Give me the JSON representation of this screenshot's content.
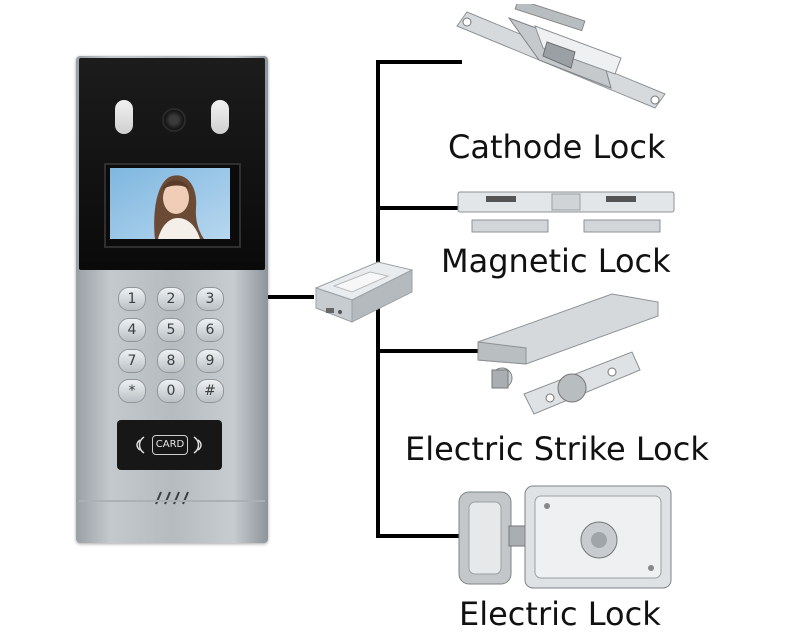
{
  "intercom": {
    "card_label": "CARD",
    "keypad": [
      "1",
      "2",
      "3",
      "4",
      "5",
      "6",
      "7",
      "8",
      "9",
      "*",
      "0",
      "#"
    ]
  },
  "locks": [
    {
      "label": "Cathode Lock"
    },
    {
      "label": "Magnetic Lock"
    },
    {
      "label": "Electric Strike Lock"
    },
    {
      "label": "Electric Lock"
    }
  ],
  "colors": {
    "wire": "#000000",
    "panel": "#b8bec2",
    "panel_top": "#111111",
    "metal": "#c9cdd0"
  }
}
